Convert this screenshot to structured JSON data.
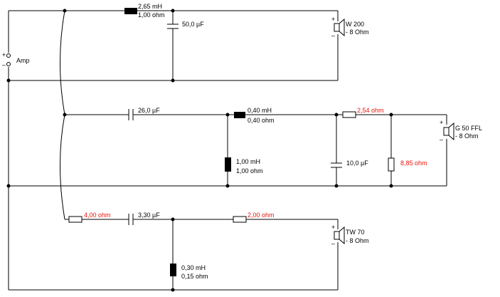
{
  "amp": {
    "label": "Amp",
    "plus": "+",
    "minus": "–"
  },
  "woofer_branch": {
    "inductor": {
      "value": "2,65 mH",
      "resistance": "1,00 ohm"
    },
    "capacitor": {
      "value": "50,0 µF"
    },
    "speaker": {
      "name": "W 200",
      "impedance": "- 8 Ohm",
      "plus": "+",
      "minus": "–"
    }
  },
  "mid_branch": {
    "capacitor_series": {
      "value": "26,0 µF"
    },
    "inductor_series": {
      "value": "0,40 mH",
      "resistance": "0,40 ohm"
    },
    "inductor_shunt": {
      "value": "1,00 mH",
      "resistance": "1,00 ohm"
    },
    "resistor_series": {
      "value": "2,54 ohm"
    },
    "capacitor_shunt": {
      "value": "10,0 µF"
    },
    "resistor_shunt": {
      "value": "8,85 ohm"
    },
    "speaker": {
      "name": "G 50 FFL",
      "impedance": "- 8 Ohm",
      "plus": "+",
      "minus": "–"
    }
  },
  "tweeter_branch": {
    "resistor_in": {
      "value": "4,00 ohm"
    },
    "capacitor_series": {
      "value": "3,30 µF"
    },
    "resistor_series": {
      "value": "2,00 ohm"
    },
    "inductor_shunt": {
      "value": "0,30 mH",
      "resistance": "0,15 ohm"
    },
    "speaker": {
      "name": "TW 70",
      "impedance": "- 8 Ohm",
      "plus": "+",
      "minus": "–"
    }
  },
  "colors": {
    "wire": "#000000",
    "highlight": "#e8140c",
    "background": "#ffffff"
  }
}
